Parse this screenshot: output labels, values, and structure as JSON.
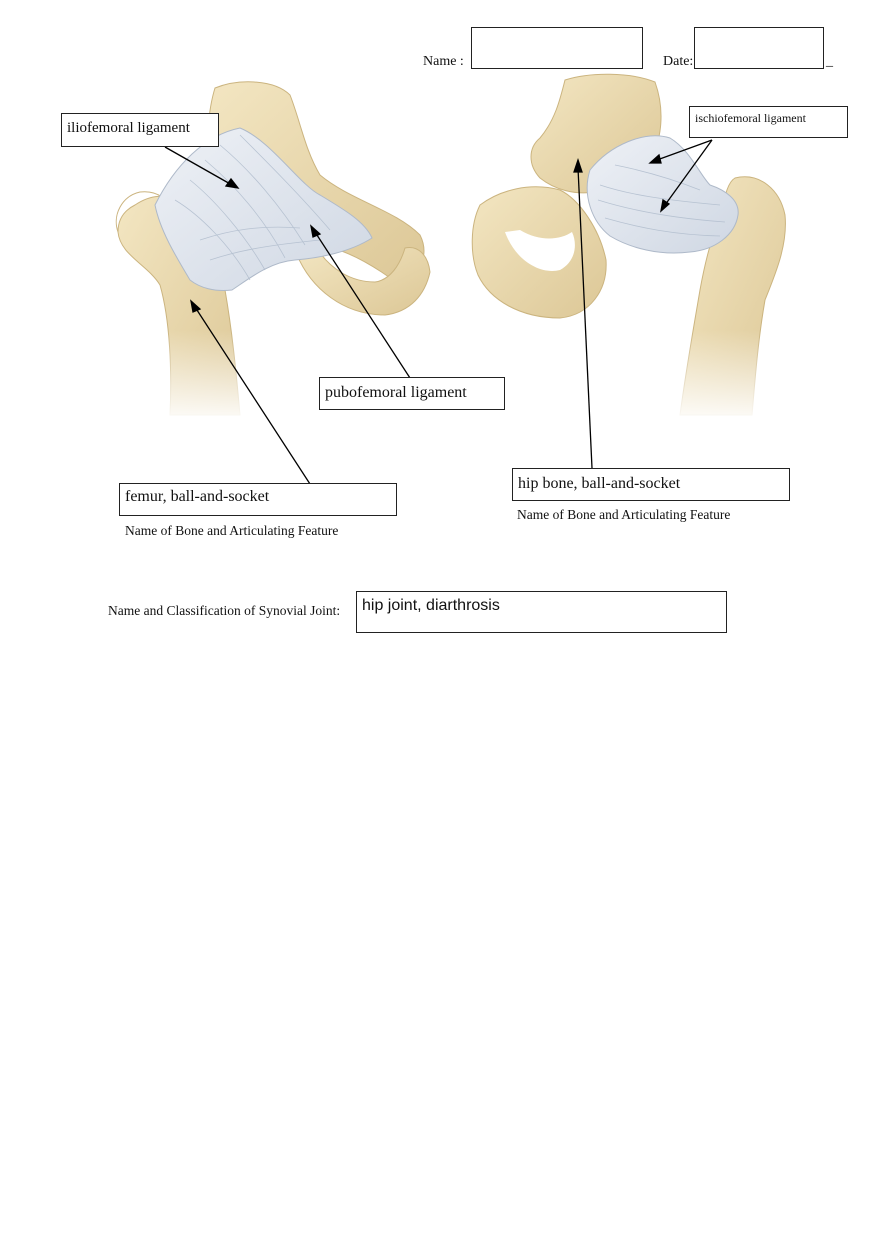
{
  "header": {
    "name_label": "Name :",
    "date_label": "Date:",
    "name_value": "",
    "date_value": ""
  },
  "labels": {
    "iliofemoral": "iliofemoral ligament",
    "pubofemoral": "pubofemoral ligament",
    "ischiofemoral": "ischiofemoral ligament"
  },
  "answers": {
    "left_bone": "femur, ball-and-socket",
    "right_bone": "hip bone, ball-and-socket",
    "joint": "hip joint, diarthrosis"
  },
  "captions": {
    "left_bone": "Name of Bone and Articulating Feature",
    "right_bone": "Name of Bone and Articulating Feature",
    "joint": "Name and Classification of Synovial Joint:"
  },
  "colors": {
    "bone": "#ecdcb3",
    "bone_shadow": "#d6c08c",
    "ligament": "#dde3ec",
    "ligament_line": "#b9c3d1"
  }
}
